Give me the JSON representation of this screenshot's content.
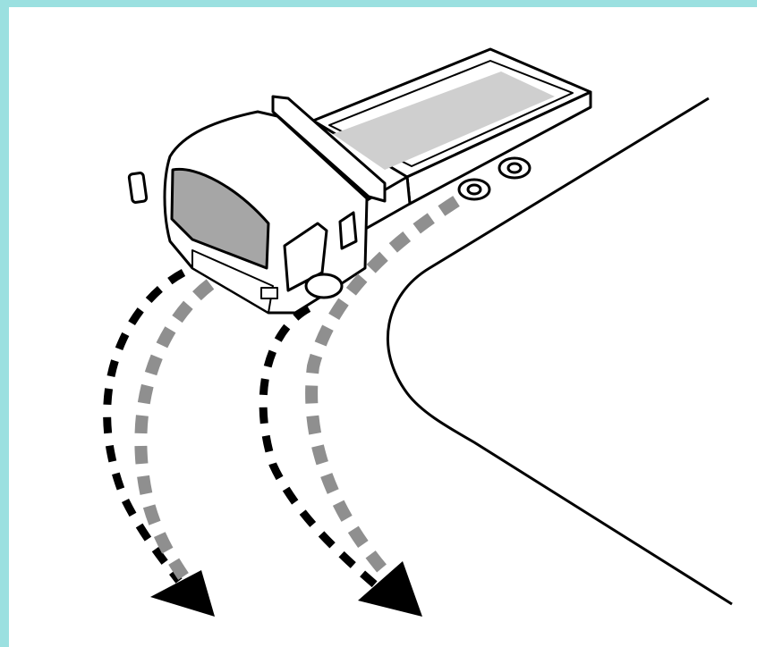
{
  "figure": {
    "subject": "truck-turning-corner-illustration",
    "colors": {
      "border": "#9be0e0",
      "line": "#000000",
      "cab_glass": "#a6a6a6",
      "dash_outer": "#000000",
      "dash_inner": "#8f8f8f",
      "background": "#ffffff"
    },
    "paths": [
      {
        "name": "front-wheel-path",
        "pattern": "black-dashed"
      },
      {
        "name": "rear-wheel-path",
        "pattern": "grey-dashed"
      }
    ]
  }
}
